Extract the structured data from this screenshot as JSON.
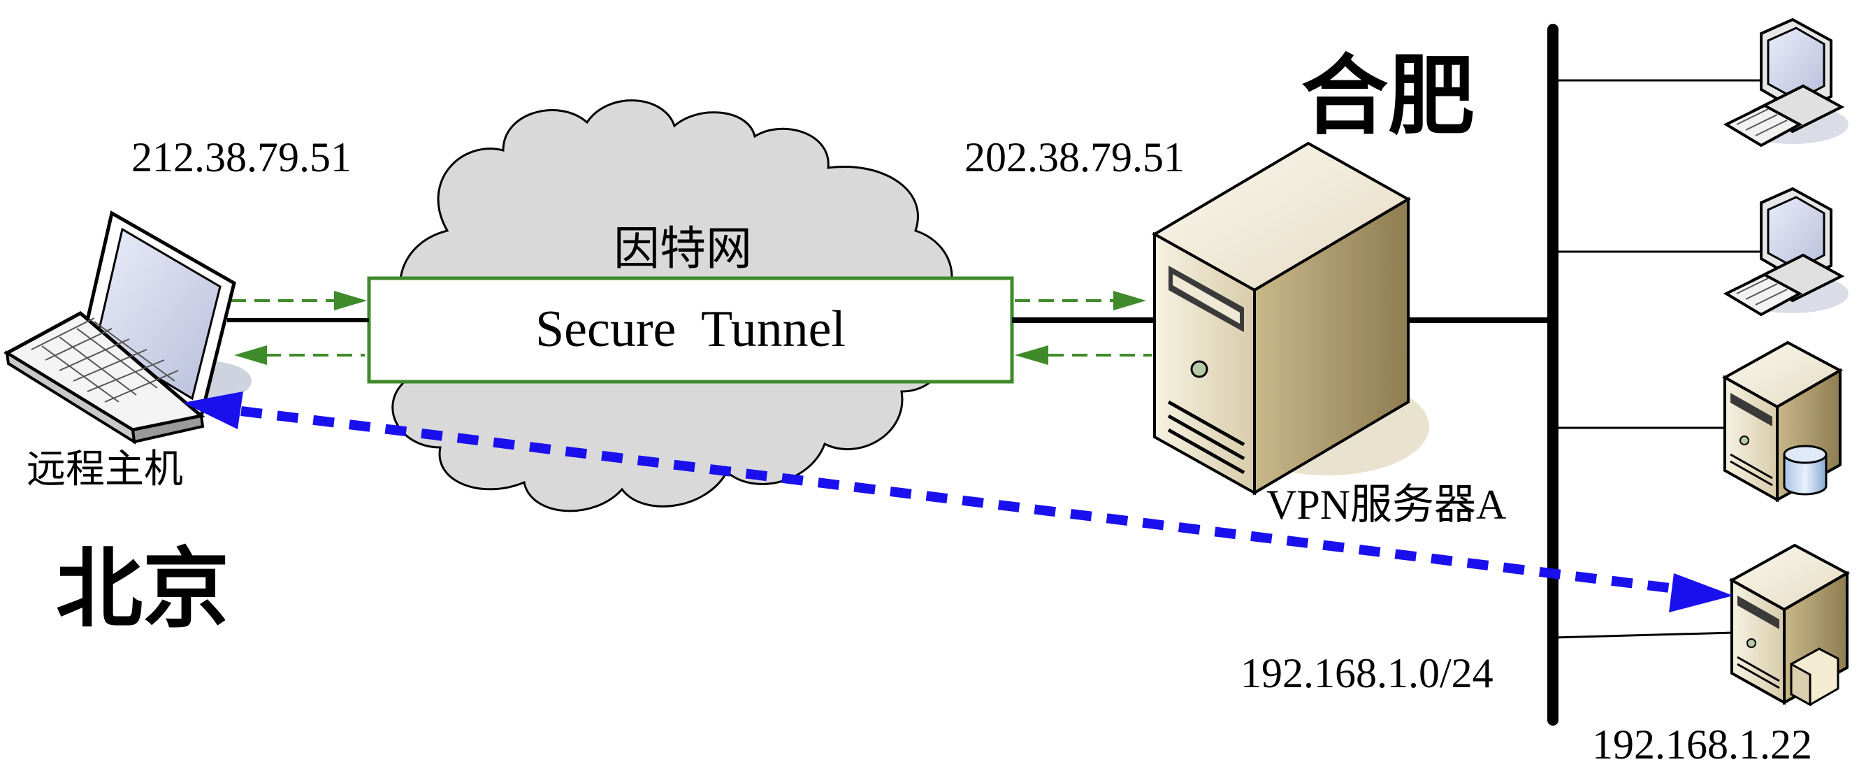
{
  "labels": {
    "remote_ip": "212.38.79.51",
    "server_ip": "202.38.79.51",
    "internet": "因特网",
    "tunnel": "Secure  Tunnel",
    "remote_host": "远程主机",
    "beijing": "北京",
    "hefei": "合肥",
    "vpn_server": "VPN服务器A",
    "subnet": "192.168.1.0/24",
    "target_ip": "192.168.1.22"
  },
  "colors": {
    "tunnel_border": "#3f8a2a",
    "green_arrow": "#3f8a2a",
    "blue_arrow": "#1a10ee",
    "cloud_fill": "#d9d9d9",
    "line": "#000000"
  },
  "icons": {
    "laptop": "laptop-icon",
    "cloud": "cloud-icon",
    "server": "server-icon",
    "desktop": "desktop-computer-icon",
    "db_server": "database-server-icon",
    "file_server": "file-server-icon"
  }
}
